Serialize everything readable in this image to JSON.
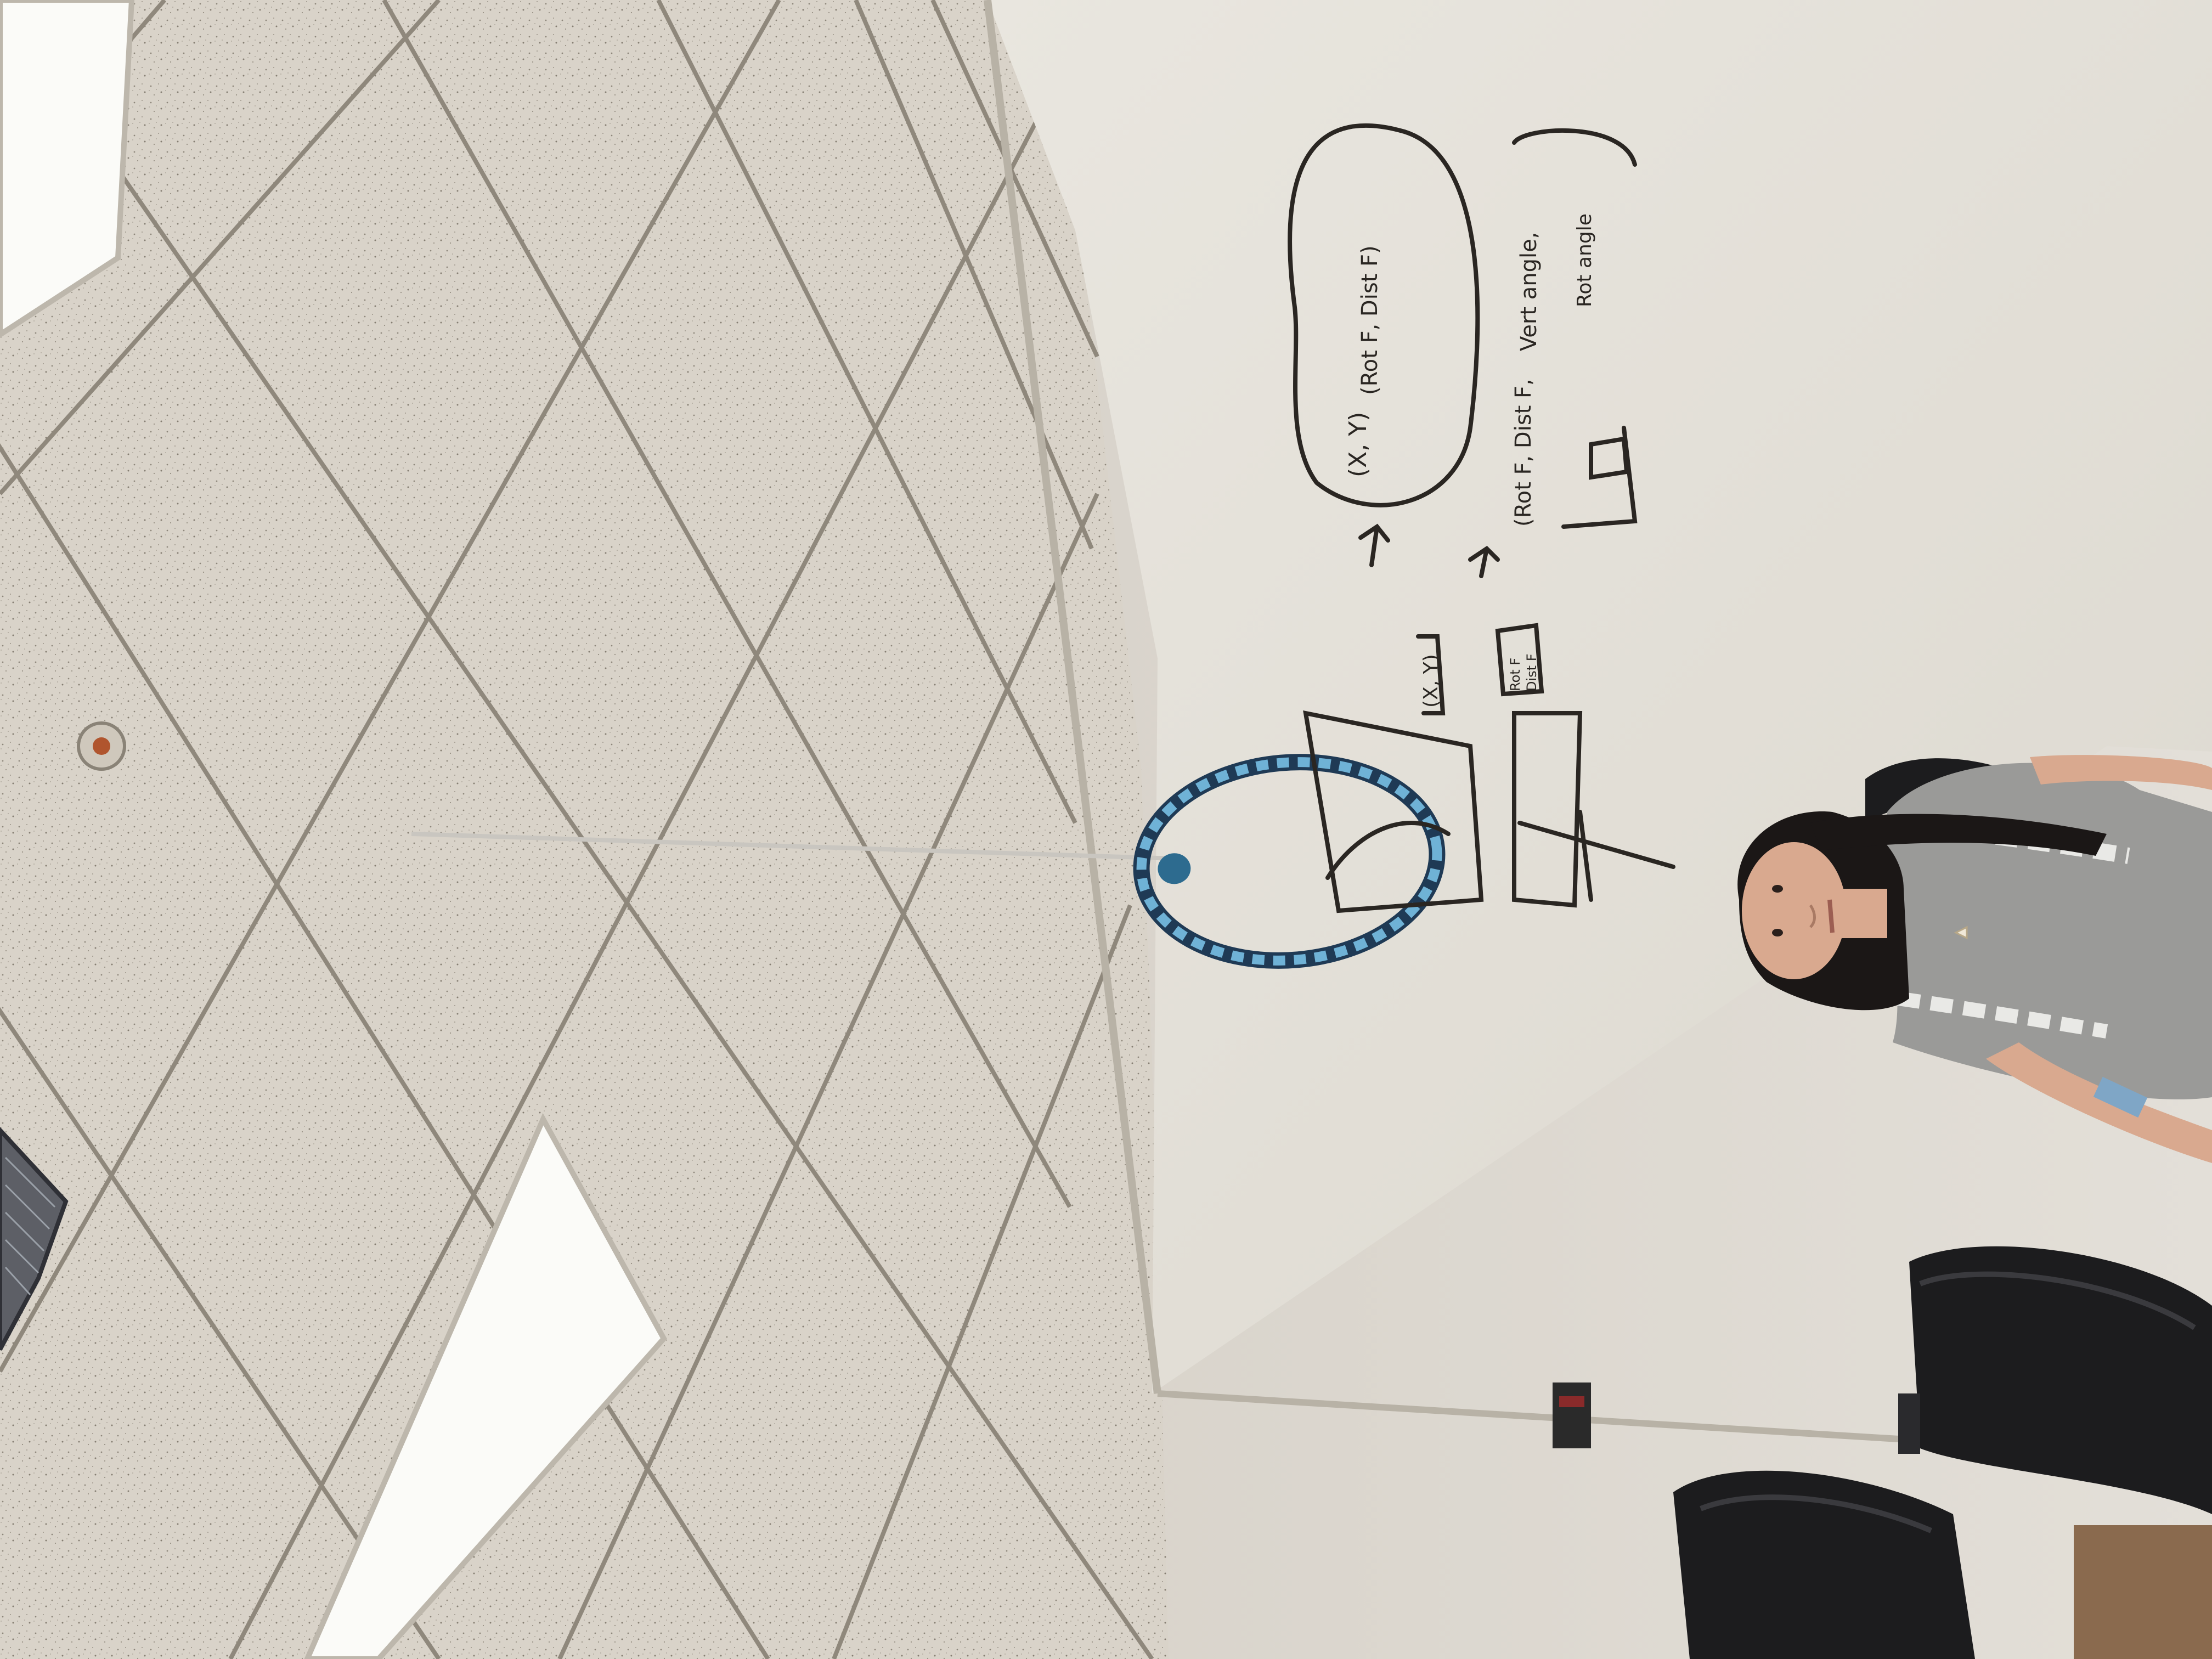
{
  "whiteboard": {
    "notes": {
      "xy_top": "(X, Y)",
      "rotf_distf_top": "(Rot F, Dist F)",
      "rotf_list_prefix": "(Rot F, Dist F,",
      "vert_angle": "Vert angle,",
      "rot_angle": "Rot angle",
      "xy_small": "(X, Y)",
      "rot_f_small": "Rot F",
      "dist_f_small": "Dist F"
    }
  },
  "colors": {
    "ceiling": "#d8d2c8",
    "ceiling_grid": "#8f887c",
    "light_panel": "#fbfbf8",
    "wall": "#d7d2c8",
    "whiteboard": "#e6e2da",
    "marker": "#2a2622",
    "hoop_blue": "#5aa0c8",
    "hoop_dark": "#1f3a55",
    "shirt": "#9a9a98",
    "hair": "#1b1716",
    "skin": "#d9a98f",
    "chair": "#1c1c1e"
  },
  "icons": {
    "hoop": "aerial-hoop-icon",
    "sprinkler": "sprinkler-icon",
    "vent": "air-vent-icon"
  }
}
